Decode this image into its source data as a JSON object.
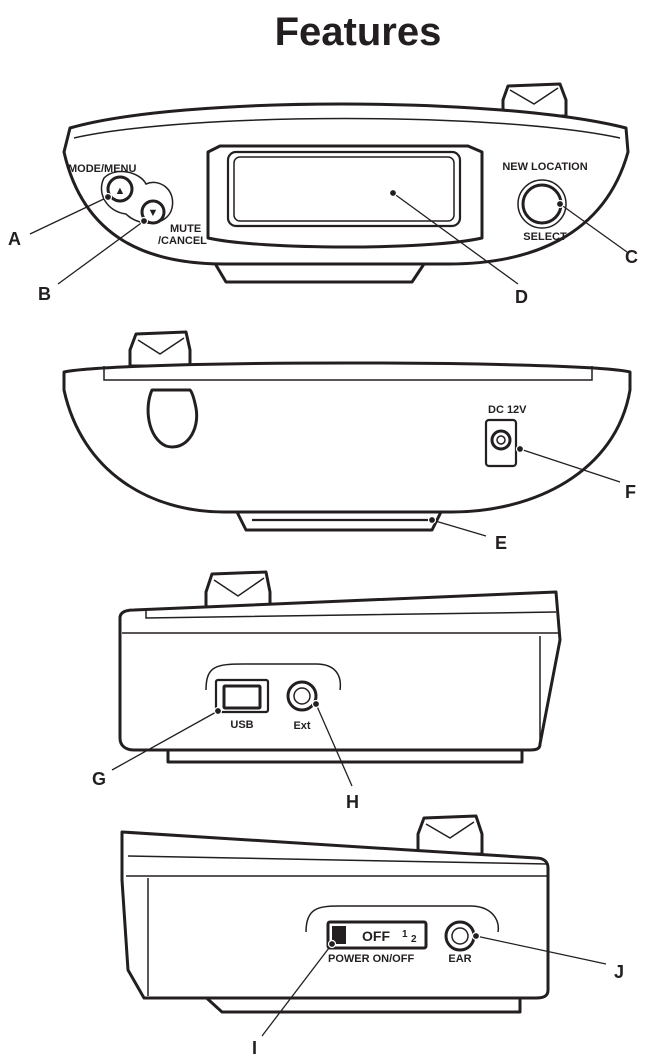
{
  "title": "Features",
  "front_view": {
    "mode_menu_label": "MODE/MENU",
    "mute_cancel_label_1": "MUTE",
    "mute_cancel_label_2": "/CANCEL",
    "new_location_label": "NEW LOCATION",
    "select_label": "SELECT",
    "up_arrow": "▲",
    "down_arrow": "▼"
  },
  "back_view": {
    "dc_label": "DC 12V"
  },
  "left_side_view": {
    "usb_label": "USB",
    "ext_label": "Ext"
  },
  "right_side_view": {
    "switch_text": "OFF",
    "switch_pos_1": "1",
    "switch_pos_2": "2",
    "power_label": "POWER ON/OFF",
    "ear_label": "EAR"
  },
  "callouts": {
    "A": "A",
    "B": "B",
    "C": "C",
    "D": "D",
    "E": "E",
    "F": "F",
    "G": "G",
    "H": "H",
    "I": "I",
    "J": "J"
  }
}
